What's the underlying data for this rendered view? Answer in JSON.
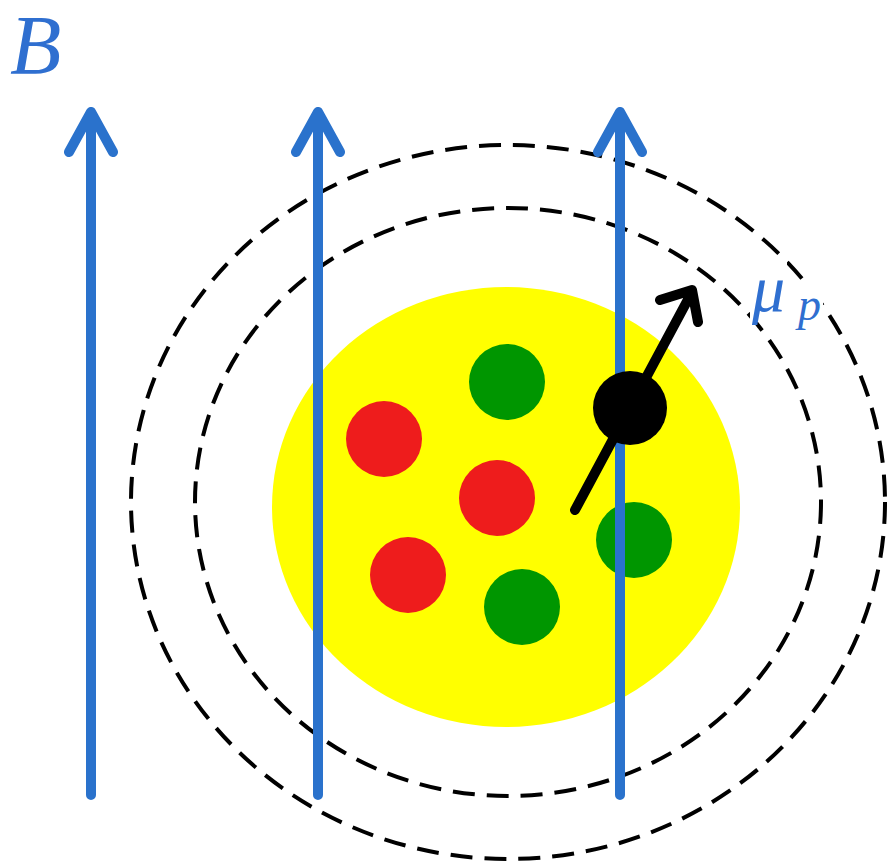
{
  "diagram": {
    "labels": [
      "B",
      "μ",
      "p"
    ]
  }
}
